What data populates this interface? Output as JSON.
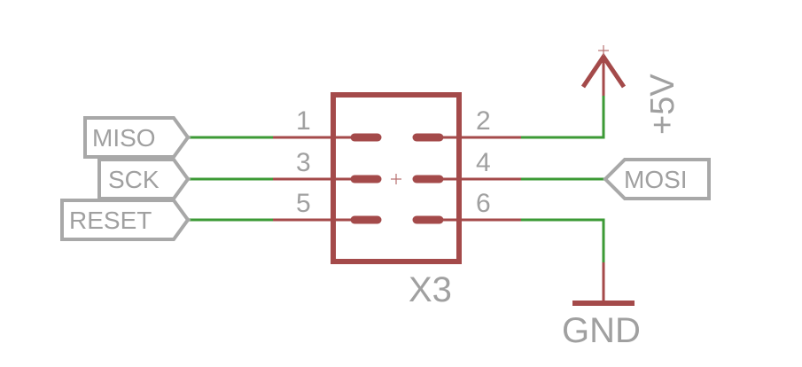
{
  "colors": {
    "wire": "#3c9a36",
    "component": "#a44a4a",
    "text": "#a0a0a0"
  },
  "connector": {
    "name": "X3",
    "pins": [
      "1",
      "2",
      "3",
      "4",
      "5",
      "6"
    ]
  },
  "net_labels": {
    "miso": "MISO",
    "sck": "SCK",
    "reset": "RESET",
    "mosi": "MOSI"
  },
  "supply": {
    "vcc": "+5V",
    "ground": "GND"
  }
}
